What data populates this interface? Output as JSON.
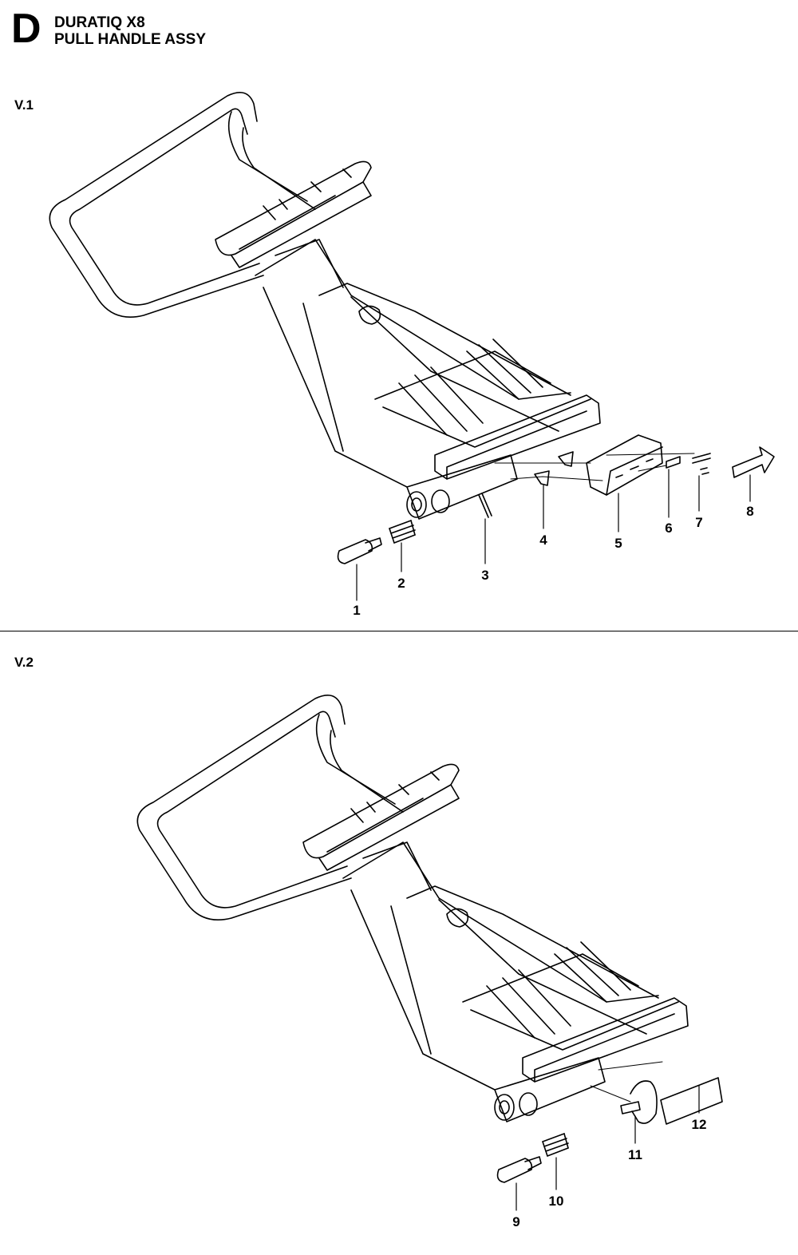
{
  "header": {
    "section_letter": "D",
    "model": "DURATIQ X8",
    "assembly": "PULL HANDLE ASSY"
  },
  "views": [
    {
      "label": "V.1",
      "callouts": [
        "1",
        "2",
        "3",
        "4",
        "5",
        "6",
        "7",
        "8"
      ]
    },
    {
      "label": "V.2",
      "callouts": [
        "9",
        "10",
        "11",
        "12"
      ]
    }
  ]
}
